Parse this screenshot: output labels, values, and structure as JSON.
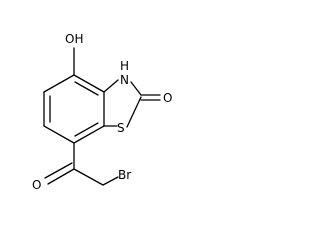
{
  "molecule": {
    "atoms": {
      "oh": "OH",
      "nh": "H",
      "n": "N",
      "carbonyl_o_ring": "O",
      "s": "S",
      "ketone_o": "O",
      "br": "Br"
    },
    "colors": {
      "bond": "#000000",
      "label": "#000000",
      "background": "#ffffff"
    }
  }
}
